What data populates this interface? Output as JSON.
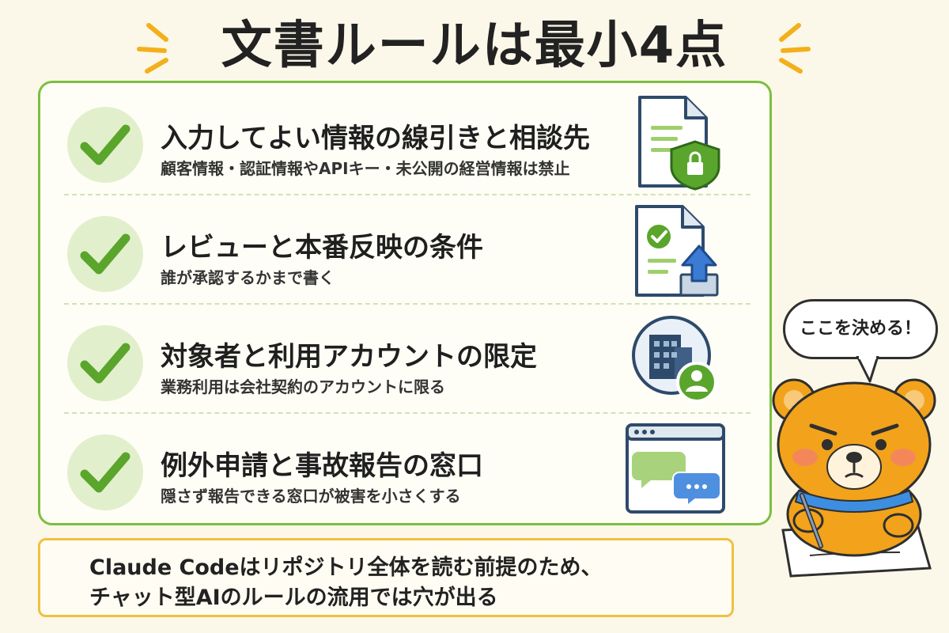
{
  "title": "文書ルールは最小4点",
  "items": [
    {
      "title": "入力してよい情報の線引きと相談先",
      "desc": "顧客情報・認証情報やAPIキー・未公開の経営情報は禁止",
      "icon": "document-lock-icon"
    },
    {
      "title": "レビューと本番反映の条件",
      "desc": "誰が承認するかまで書く",
      "icon": "document-approve-upload-icon"
    },
    {
      "title": "対象者と利用アカウントの限定",
      "desc": "業務利用は会社契約のアカウントに限る",
      "icon": "company-user-icon"
    },
    {
      "title": "例外申請と事故報告の窓口",
      "desc": "隠さず報告できる窓口が被害を小さくする",
      "icon": "chat-window-icon"
    }
  ],
  "note": {
    "line1": "Claude Codeはリポジトリ全体を読む前提のため、",
    "line2": "チャット型AIのルールの流用では穴が出る"
  },
  "mascot": {
    "speech": "ここを決める！"
  },
  "colors": {
    "green": "#7cbf3f",
    "check": "#5aa52b",
    "yellow": "#f0c040",
    "bear": "#f2a31b"
  }
}
